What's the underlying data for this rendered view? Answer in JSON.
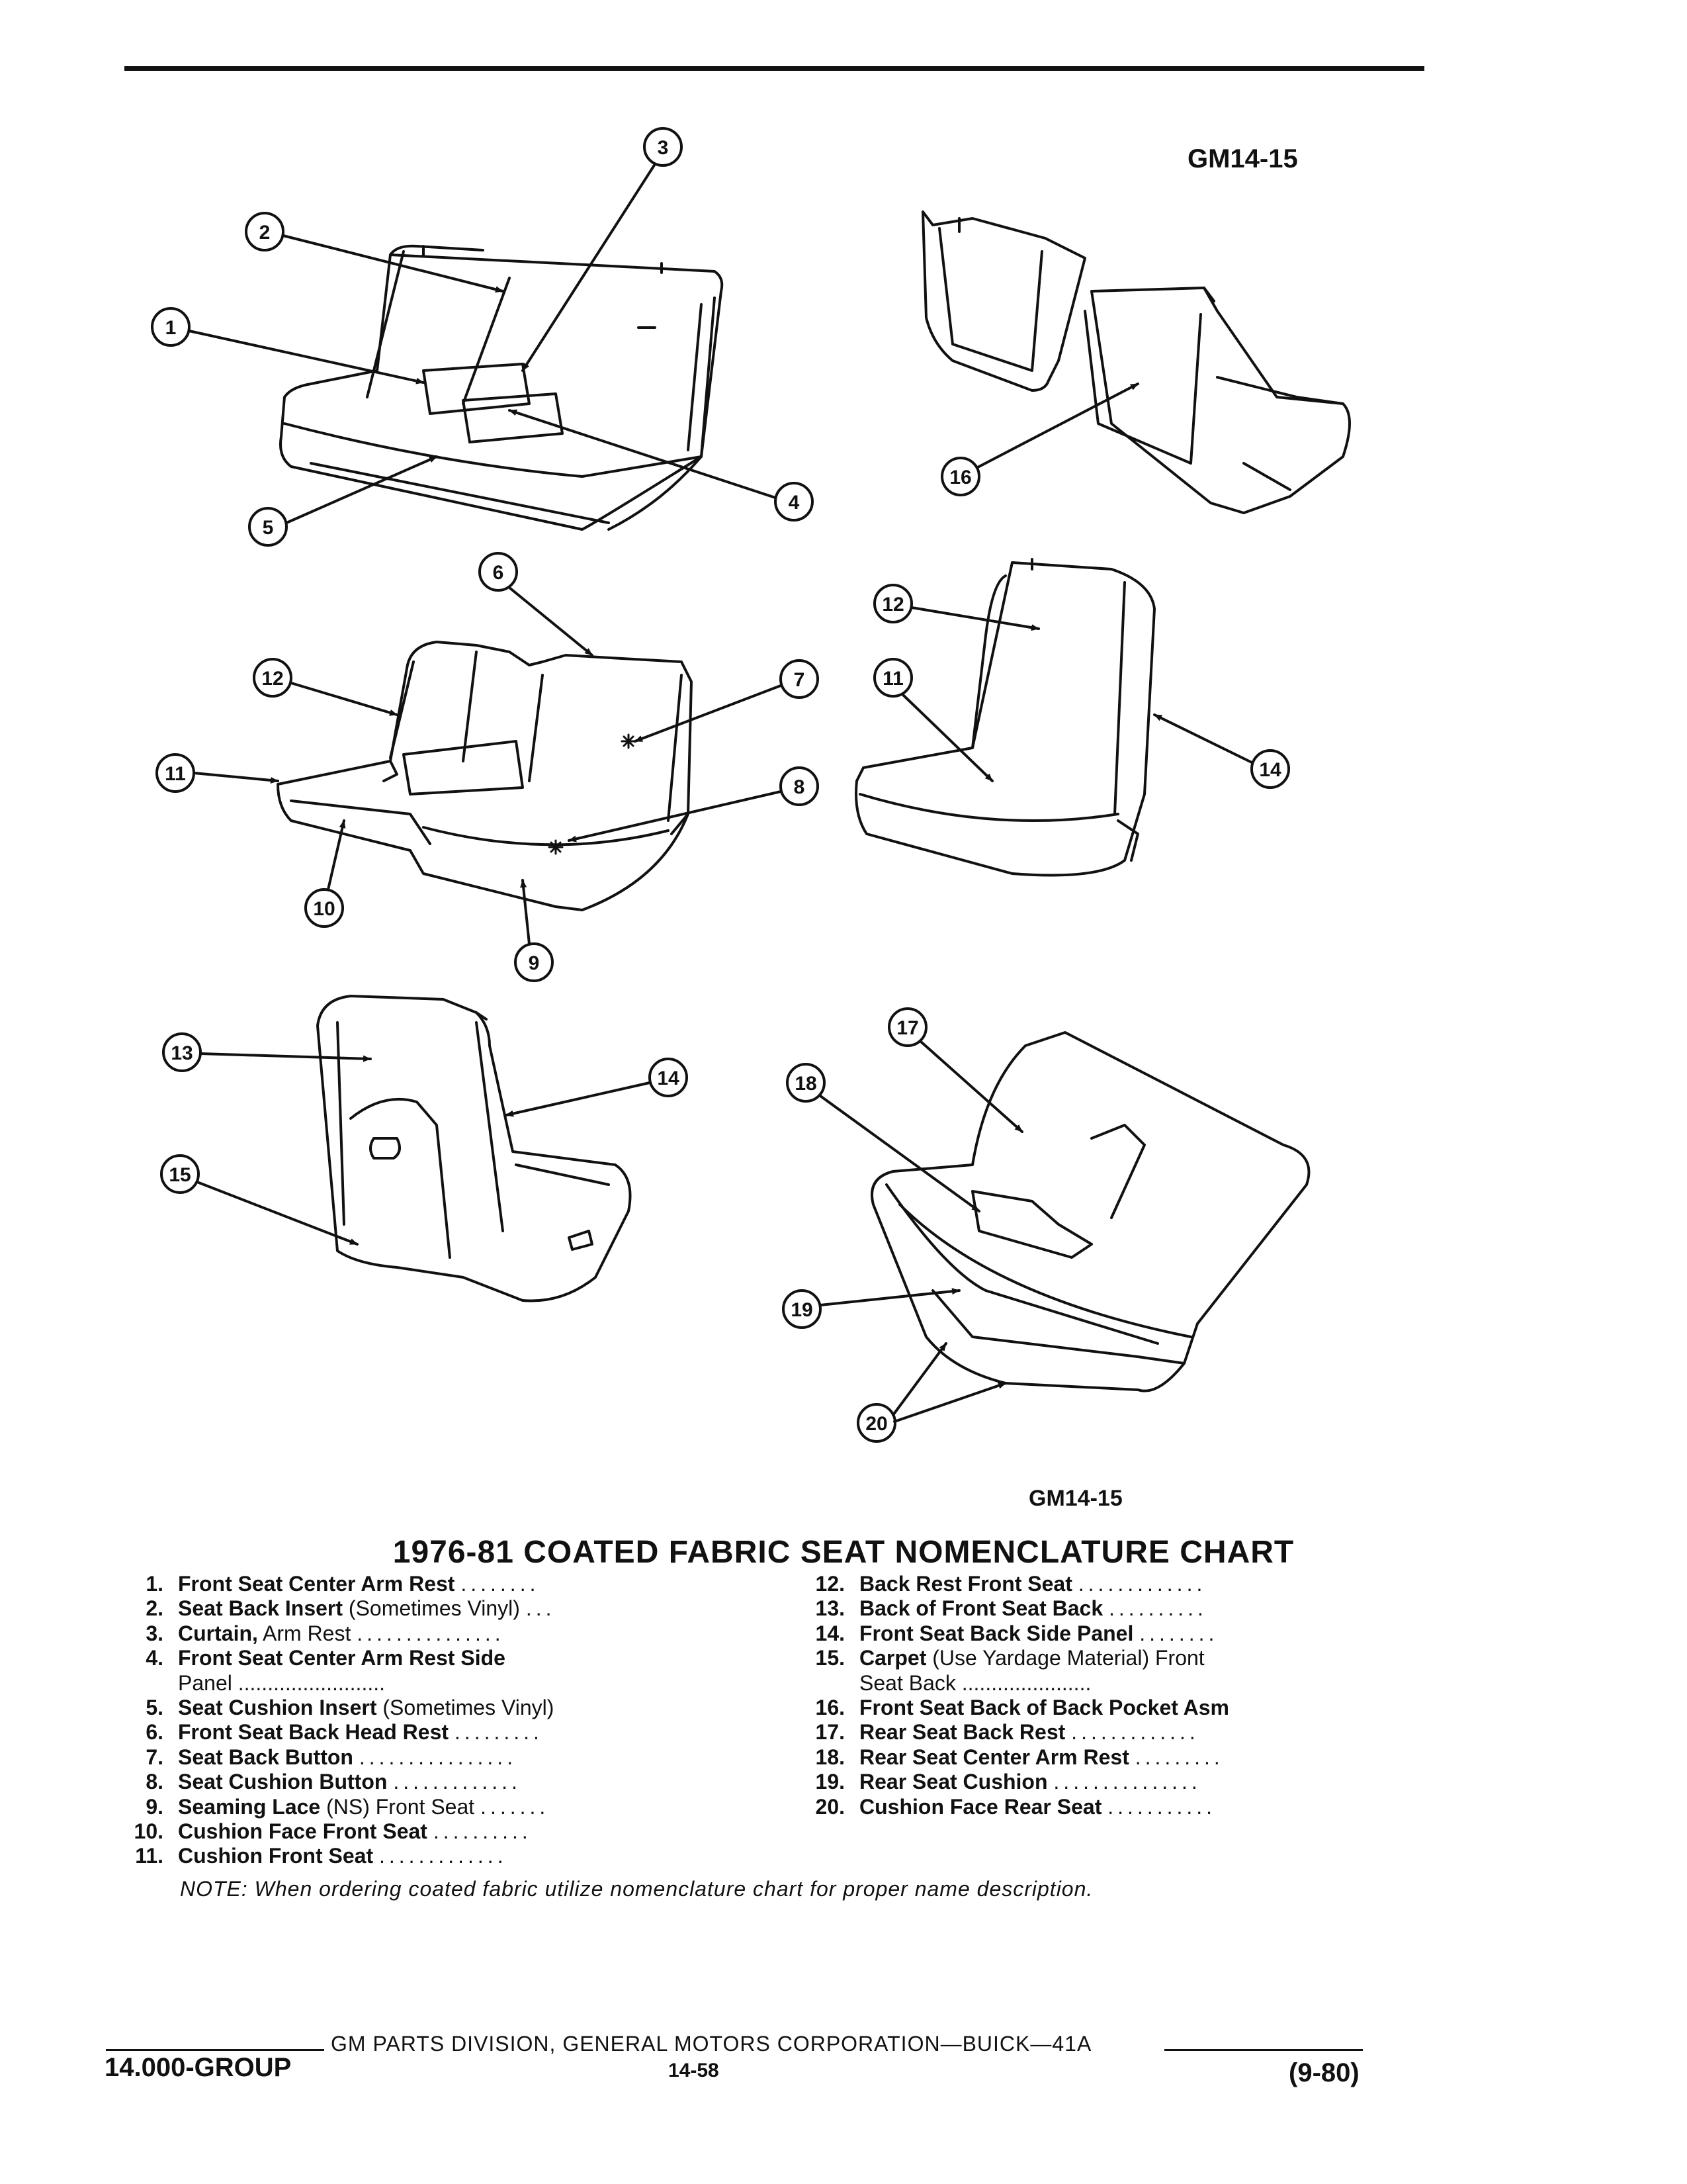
{
  "figure": {
    "code_top": "GM14-15",
    "code_bottom": "GM14-15",
    "callouts": [
      "1",
      "2",
      "3",
      "4",
      "5",
      "6",
      "7",
      "8",
      "9",
      "10",
      "11",
      "12",
      "11",
      "14",
      "12",
      "13",
      "14",
      "15",
      "16",
      "17",
      "18",
      "19",
      "20"
    ]
  },
  "chart": {
    "title": "1976-81 COATED FABRIC SEAT NOMENCLATURE CHART",
    "left_items": [
      {
        "num": "1.",
        "label": "Front Seat Center Arm Rest",
        "extra": "",
        "dots": "........",
        "cont": ""
      },
      {
        "num": "2.",
        "label": "Seat Back Insert",
        "extra": " (Sometimes Vinyl)",
        "dots": "...",
        "cont": ""
      },
      {
        "num": "3.",
        "label": "Curtain,",
        "extra": " Arm Rest",
        "dots": "...............",
        "cont": ""
      },
      {
        "num": "4.",
        "label": "Front Seat Center Arm Rest Side",
        "extra": "",
        "dots": "",
        "cont": "Panel ........................."
      },
      {
        "num": "5.",
        "label": "Seat Cushion Insert",
        "extra": " (Sometimes Vinyl)",
        "dots": "",
        "cont": ""
      },
      {
        "num": "6.",
        "label": "Front Seat Back Head Rest",
        "extra": "",
        "dots": ".........",
        "cont": ""
      },
      {
        "num": "7.",
        "label": "Seat Back Button",
        "extra": "",
        "dots": "................",
        "cont": ""
      },
      {
        "num": "8.",
        "label": "Seat Cushion Button",
        "extra": "",
        "dots": ".............",
        "cont": ""
      },
      {
        "num": "9.",
        "label": "Seaming Lace",
        "extra": " (NS) Front Seat",
        "dots": ".......",
        "cont": ""
      },
      {
        "num": "10.",
        "label": "Cushion Face Front Seat",
        "extra": "",
        "dots": "..........",
        "cont": ""
      },
      {
        "num": "11.",
        "label": "Cushion Front Seat",
        "extra": "",
        "dots": ".............",
        "cont": ""
      }
    ],
    "right_items": [
      {
        "num": "12.",
        "label": "Back Rest Front Seat",
        "extra": "",
        "dots": ".............",
        "cont": ""
      },
      {
        "num": "13.",
        "label": "Back of Front Seat Back",
        "extra": "",
        "dots": "..........",
        "cont": ""
      },
      {
        "num": "14.",
        "label": "Front Seat Back Side Panel",
        "extra": "",
        "dots": "........",
        "cont": ""
      },
      {
        "num": "15.",
        "label": "Carpet",
        "extra": " (Use Yardage Material) Front",
        "dots": "",
        "cont": "Seat Back ......................"
      },
      {
        "num": "16.",
        "label": "Front Seat Back of Back Pocket Asm",
        "extra": "",
        "dots": "",
        "cont": ""
      },
      {
        "num": "17.",
        "label": "Rear Seat Back Rest",
        "extra": "",
        "dots": ".............",
        "cont": ""
      },
      {
        "num": "18.",
        "label": "Rear Seat Center Arm Rest",
        "extra": "",
        "dots": ".........",
        "cont": ""
      },
      {
        "num": "19.",
        "label": "Rear Seat Cushion",
        "extra": "",
        "dots": "...............",
        "cont": ""
      },
      {
        "num": "20.",
        "label": "Cushion Face Rear Seat",
        "extra": "",
        "dots": "...........",
        "cont": ""
      }
    ],
    "note": "NOTE: When ordering coated fabric utilize nomenclature chart for proper name description."
  },
  "footer": {
    "publisher": "GM PARTS DIVISION, GENERAL MOTORS CORPORATION—BUICK—41A",
    "group": "14.000-GROUP",
    "page": "14-58",
    "date": "(9-80)"
  }
}
